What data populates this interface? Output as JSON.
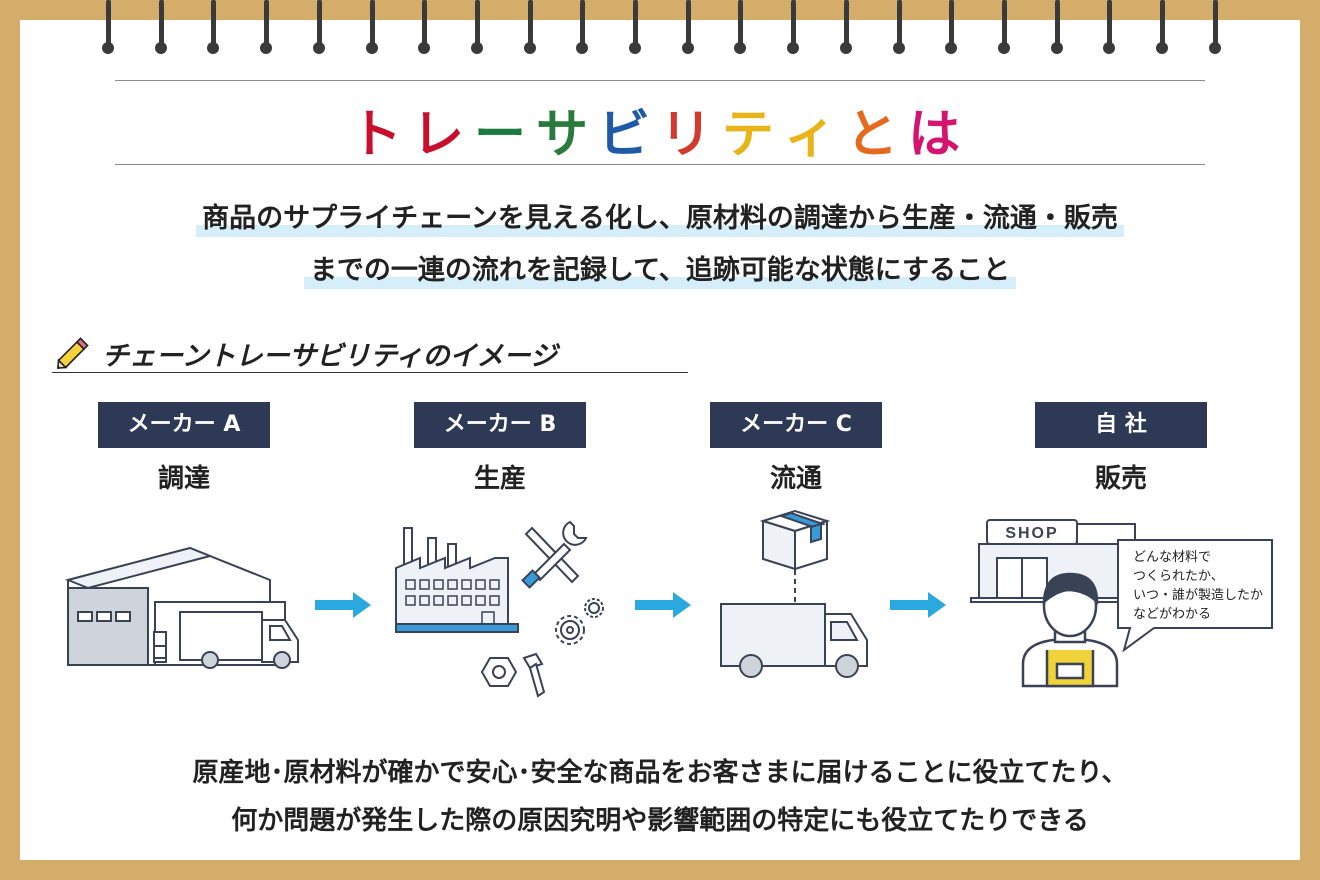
{
  "title": {
    "chars": [
      "ト",
      "レ",
      "ー",
      "サ",
      "ビ",
      "リ",
      "テ",
      "ィ",
      "と",
      "は"
    ],
    "colors": [
      "#c8102e",
      "#c8102e",
      "#1b7a3e",
      "#2a7a3e",
      "#1e5aa8",
      "#d23a2e",
      "#e8b41a",
      "#e8b41a",
      "#e36a1e",
      "#d4146e"
    ]
  },
  "lead": {
    "line1": "商品のサプライチェーンを見える化し、原材料の調達から生産・流通・販売",
    "line2": "までの一連の流れを記録して、追跡可能な状態にすること"
  },
  "subhead": "チェーントレーサビリティのイメージ",
  "stages": [
    {
      "tag": "メーカー A",
      "stage": "調達"
    },
    {
      "tag": "メーカー B",
      "stage": "生産"
    },
    {
      "tag": "メーカー C",
      "stage": "流通"
    },
    {
      "tag": "自 社",
      "stage": "販売"
    }
  ],
  "shop_sign": "SHOP",
  "bubble": [
    "どんな材料で",
    "つくられたか、",
    "いつ・誰が製造したか",
    "などがわかる"
  ],
  "footer": {
    "line1": "原産地･原材料が確かで安心･安全な商品をお客さまに届けることに役立てたり、",
    "line2": "何か問題が発生した際の原因究明や影響範囲の特定にも役立てたりできる"
  },
  "colors": {
    "frame": "#d4ad6a",
    "label_bg": "#2e3a55",
    "arrow": "#2aa8e0",
    "highlight": "#d6eefa",
    "accent_blue": "#3a9ad9",
    "apron": "#f0d33a"
  },
  "icons": [
    "pencil-icon",
    "warehouse-icon",
    "factory-icon",
    "tools-icon",
    "gears-icon",
    "bolt-nut-icon",
    "box-icon",
    "truck-icon",
    "shop-icon",
    "clerk-icon",
    "speech-bubble-icon",
    "arrow-right-icon"
  ]
}
